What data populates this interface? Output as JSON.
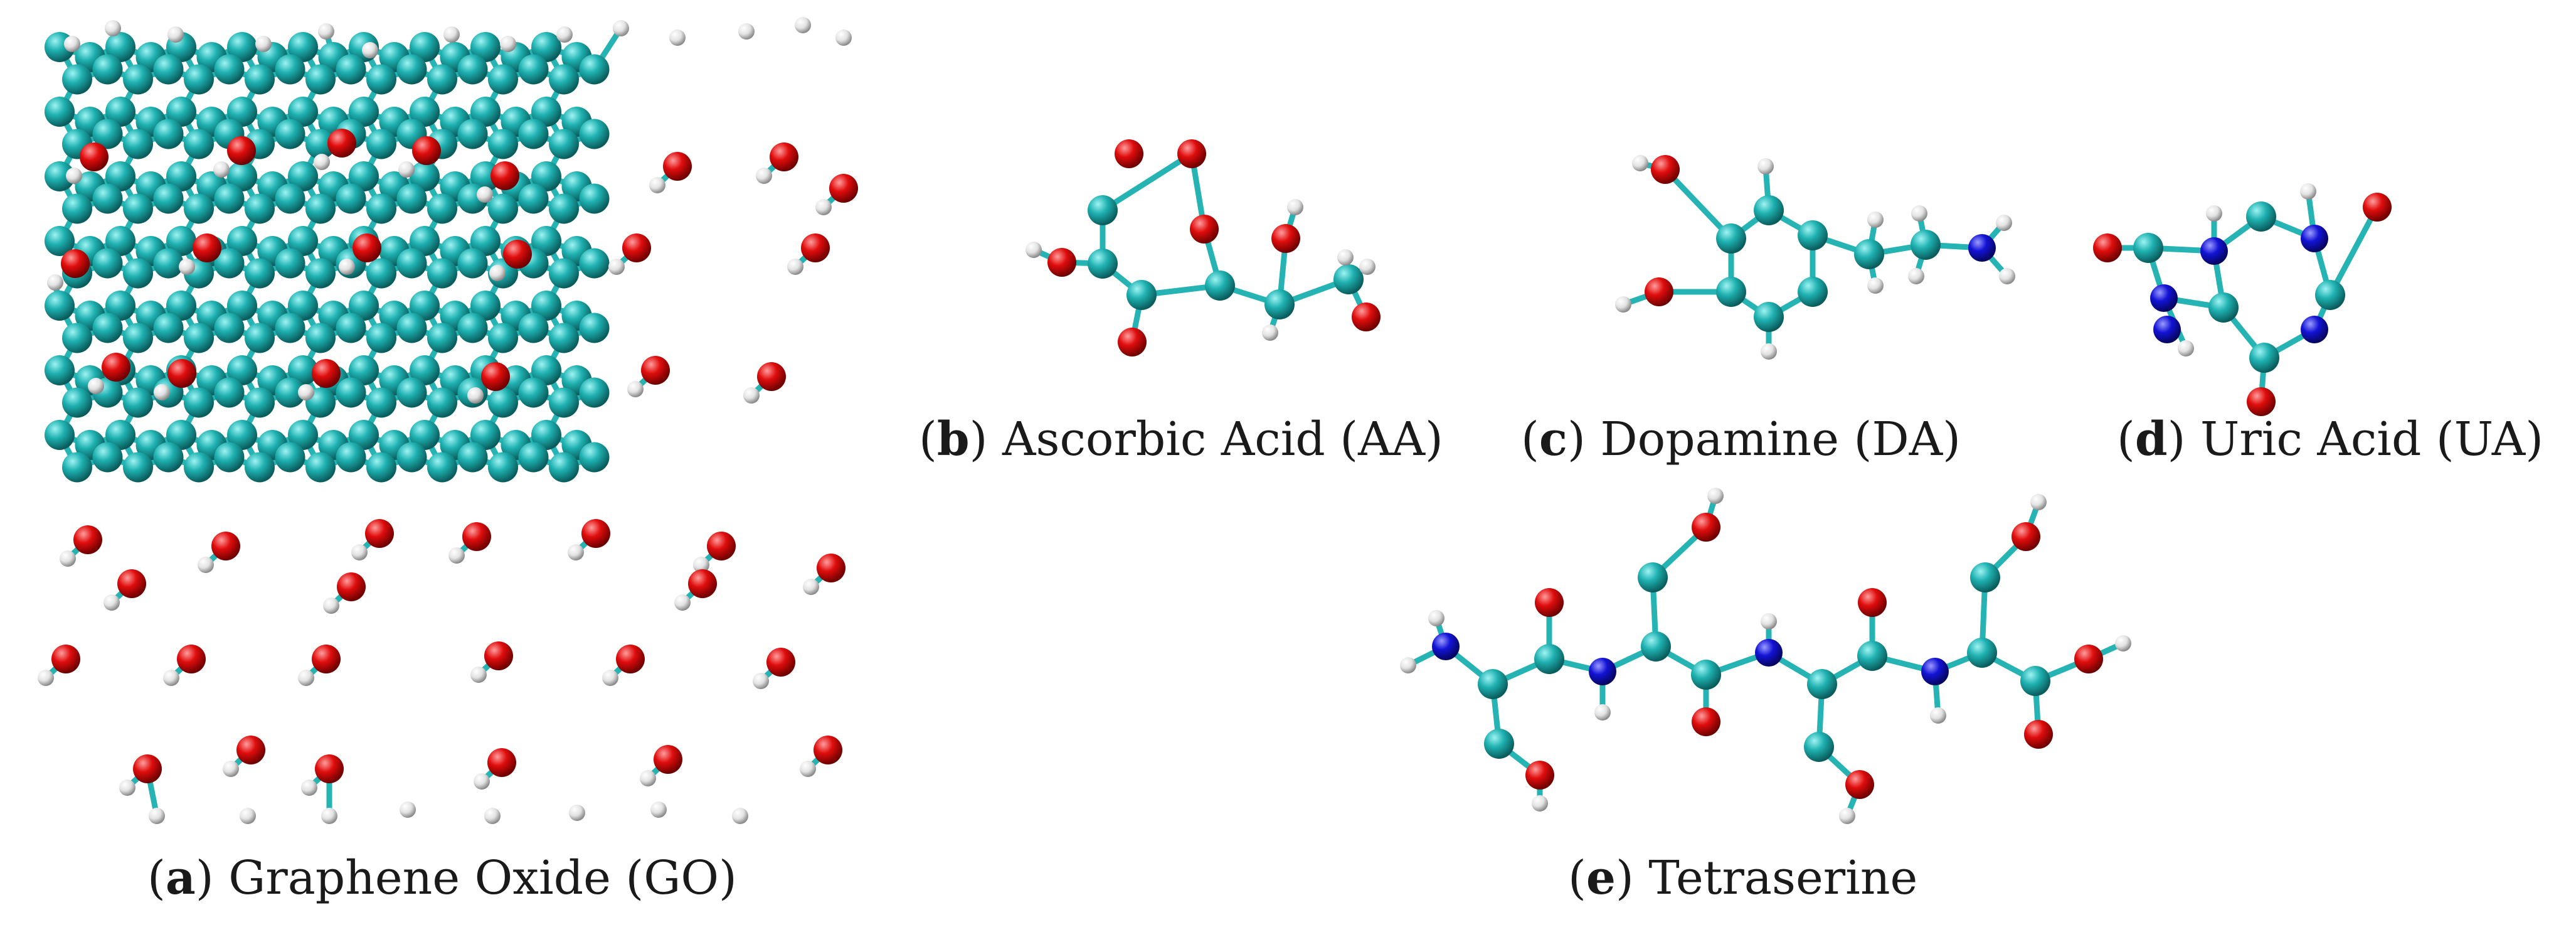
{
  "colors": {
    "carbon": "#1aa6a6",
    "oxygen": "#e00d0d",
    "nitrogen": "#1010d8",
    "hydrogen": "#e8e8e8",
    "bond": "#26b3b3",
    "background": "#ffffff"
  },
  "panels": [
    {
      "id": "a",
      "letter": "a",
      "label": "Graphene Oxide (GO)"
    },
    {
      "id": "b",
      "letter": "b",
      "label": "Ascorbic Acid (AA)"
    },
    {
      "id": "c",
      "letter": "c",
      "label": "Dopamine (DA)"
    },
    {
      "id": "d",
      "letter": "d",
      "label": "Uric Acid (UA)"
    },
    {
      "id": "e",
      "letter": "e",
      "label": "Tetraserine"
    }
  ]
}
